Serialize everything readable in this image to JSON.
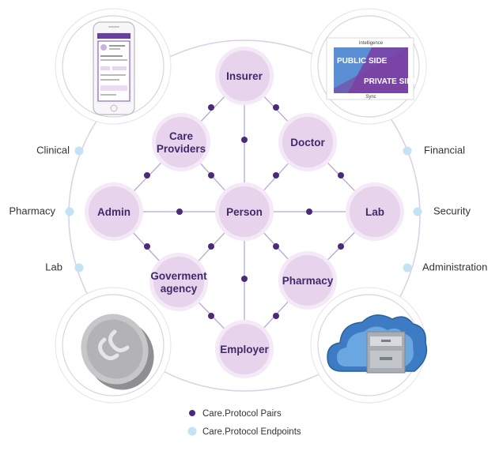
{
  "colors": {
    "node_fill": "#e8d3ec",
    "node_ring": "#f4e9f6",
    "edge": "#b9a8cf",
    "pair_dot": "#4b2a78",
    "endpoint_dot": "#c3e3f5",
    "outer_ring": "#d9cfe6",
    "label": "#3f2a6b"
  },
  "nodes": {
    "insurer": "Insurer",
    "doctor": "Doctor",
    "care_providers": [
      "Care",
      "Providers"
    ],
    "admin": "Admin",
    "person": "Person",
    "lab": "Lab",
    "government": [
      "Goverment",
      "agency"
    ],
    "pharmacy": "Pharmacy",
    "employer": "Employer"
  },
  "side_labels": {
    "left": [
      "Clinical",
      "Pharmacy",
      "Lab"
    ],
    "right": [
      "Financial",
      "Security",
      "Administration"
    ]
  },
  "card": {
    "top": "Intelligence",
    "public": "PUBLIC SIDE",
    "private": "PRIVATE SIDE",
    "bottom": "Sync"
  },
  "legend": {
    "pairs": "Care.Protocol Pairs",
    "endpoints": "Care.Protocol Endpoints"
  },
  "icons": {
    "top_left": "smartphone-app-icon",
    "top_right": "security-card-icon",
    "bottom_left": "care-coin-icon",
    "bottom_right": "cloud-storage-icon"
  }
}
